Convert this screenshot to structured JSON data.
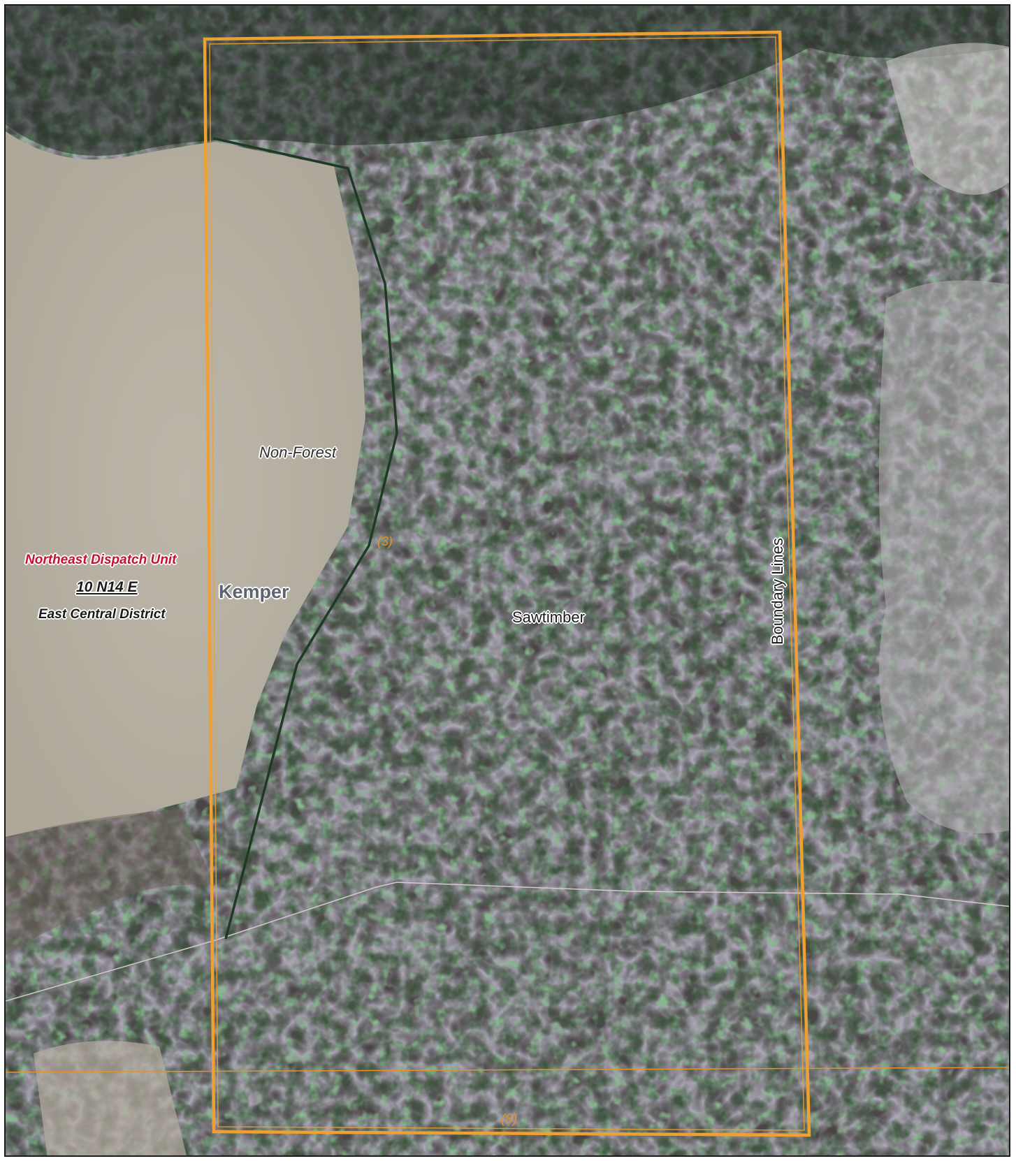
{
  "labels": {
    "dispatch_unit": "Northeast Dispatch Unit",
    "township": "10 N14 E",
    "district": "East Central District",
    "kemper": "Kemper",
    "non_forest": "Non-Forest",
    "sawtimber": "Sawtimber",
    "boundary_lines": "Boundary Lines",
    "stand_3": "(3)",
    "stand_8": "(8)"
  },
  "colors": {
    "boundary": "#f0a030",
    "stand_line": "#1e3a24",
    "road": "#d8c8d0",
    "dispatch_label": "#c8102e",
    "stand_label": "#e8902a"
  }
}
